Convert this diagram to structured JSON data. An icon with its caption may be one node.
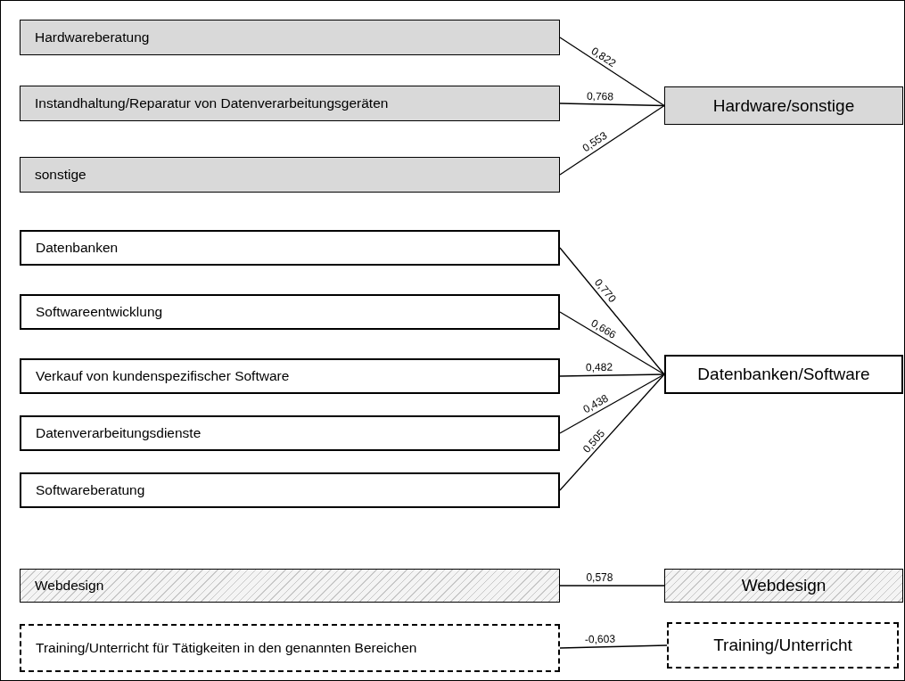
{
  "diagram": {
    "nodes": [
      {
        "text": [
          "Hardwareberatung"
        ]
      },
      {
        "text": [
          "Instandhaltung/Reparatur von Datenverarbeitungsgeräten"
        ]
      },
      {
        "text": [
          "sonstige"
        ]
      },
      {
        "text": [
          "Hardware/sonstige"
        ]
      },
      {
        "text": [
          "Datenbanken"
        ]
      },
      {
        "text": [
          "Softwareentwicklung"
        ]
      },
      {
        "text": [
          "Verkauf von kundenspezifischer Software"
        ]
      },
      {
        "text": [
          "Datenverarbeitungsdienste"
        ]
      },
      {
        "text": [
          "Softwareberatung"
        ]
      },
      {
        "text": [
          "Datenbanken/Software"
        ]
      },
      {
        "text": [
          "Webdesign"
        ]
      },
      {
        "text": [
          "Webdesign"
        ]
      },
      {
        "text": [
          "Training/Unterricht für Tätigkeiten in den genannten Bereichen"
        ]
      },
      {
        "text": [
          "Training/Unterricht"
        ]
      }
    ],
    "edges": [
      {
        "from": 0,
        "to": 3,
        "arrow": "none",
        "label": "0,822"
      },
      {
        "from": 1,
        "to": 3,
        "arrow": "none",
        "label": "0,768"
      },
      {
        "from": 2,
        "to": 3,
        "arrow": "none",
        "label": "0,553"
      },
      {
        "from": 4,
        "to": 9,
        "arrow": "none",
        "label": "0,770"
      },
      {
        "from": 5,
        "to": 9,
        "arrow": "none",
        "label": "0,666"
      },
      {
        "from": 6,
        "to": 9,
        "arrow": "none",
        "label": "0,482"
      },
      {
        "from": 7,
        "to": 9,
        "arrow": "none",
        "label": "0,438"
      },
      {
        "from": 8,
        "to": 9,
        "arrow": "none",
        "label": "0,505"
      },
      {
        "from": 10,
        "to": 11,
        "arrow": "none",
        "label": "0,578"
      },
      {
        "from": 12,
        "to": 13,
        "arrow": "none",
        "label": "-0,603"
      }
    ]
  }
}
